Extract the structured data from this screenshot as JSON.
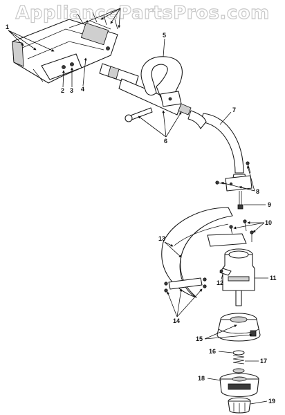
{
  "watermark": "AppliancePartsPros.com",
  "callouts": {
    "c1": "1",
    "c2": "2",
    "c3": "3",
    "c4": "4",
    "c5": "5",
    "c6": "6",
    "c7": "7",
    "c8": "8",
    "c9": "9",
    "c10": "10",
    "c11": "11",
    "c12": "12",
    "c13": "13",
    "c14": "14",
    "c15": "15",
    "c16": "16",
    "c17": "17",
    "c18": "18",
    "c19": "19"
  }
}
